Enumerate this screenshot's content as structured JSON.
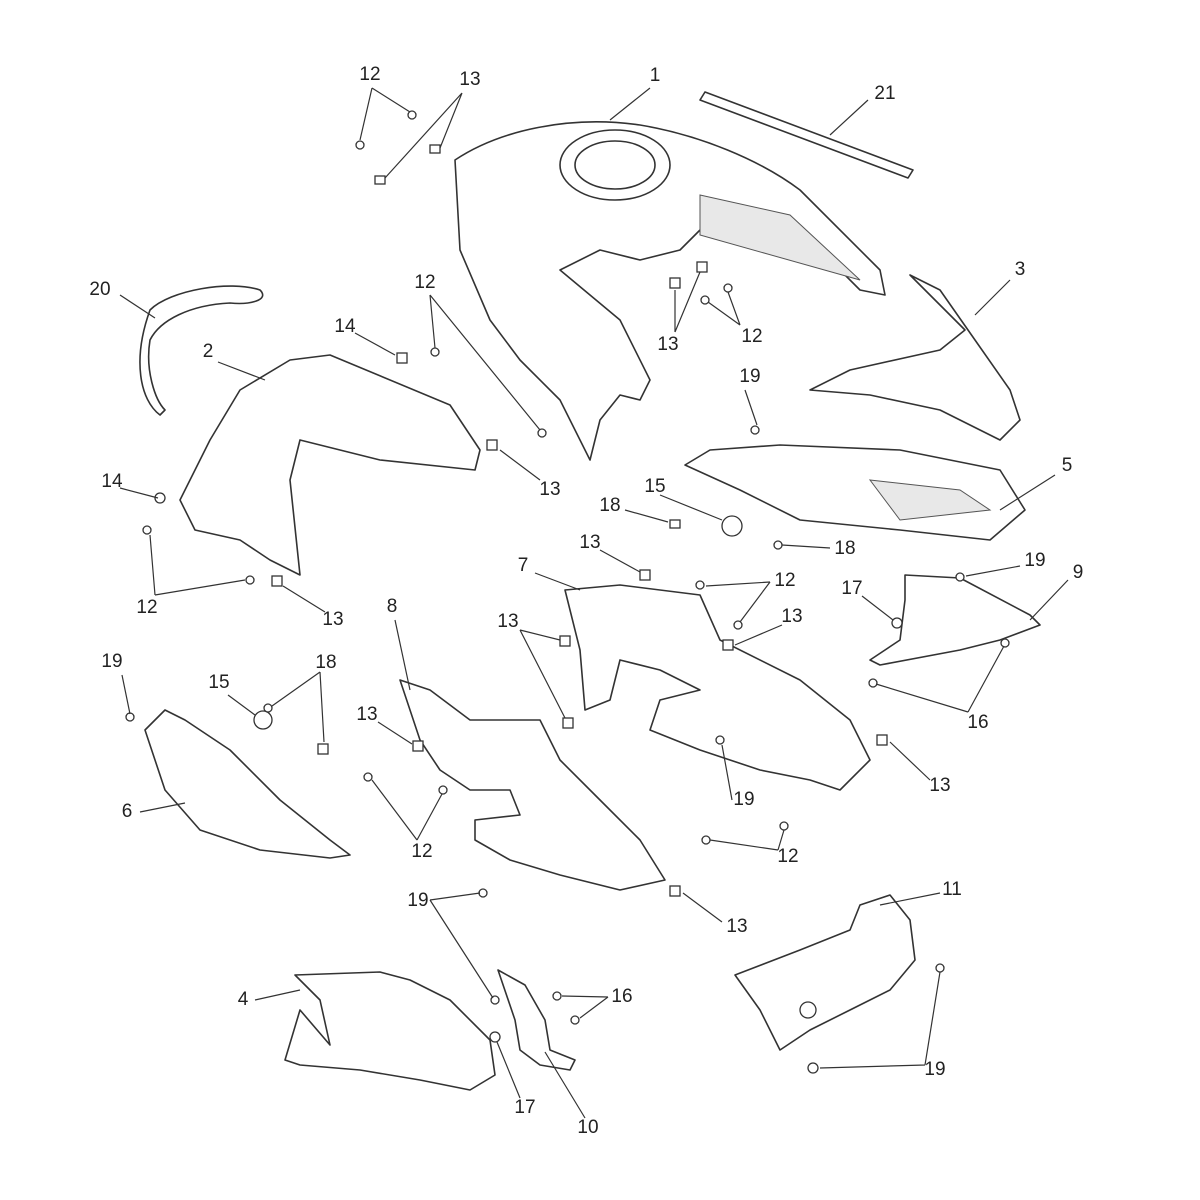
{
  "diagram": {
    "type": "exploded-parts-diagram",
    "callouts": [
      "12",
      "13",
      "1",
      "21",
      "20",
      "2",
      "14",
      "12",
      "3",
      "13",
      "12",
      "19",
      "13",
      "14",
      "5",
      "18",
      "15",
      "18",
      "13",
      "12",
      "19",
      "9",
      "7",
      "17",
      "12",
      "13",
      "13",
      "13",
      "8",
      "19",
      "15",
      "18",
      "16",
      "13",
      "6",
      "19",
      "13",
      "12",
      "12",
      "11",
      "19",
      "13",
      "16",
      "4",
      "19",
      "17",
      "10"
    ]
  }
}
